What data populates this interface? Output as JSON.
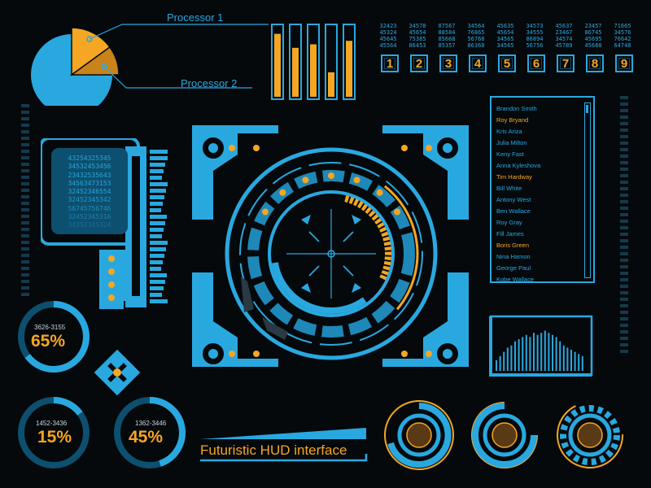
{
  "labels": {
    "processor_1": "Processor 1",
    "processor_2": "Processor 2",
    "hud_title": "Futuristic HUD interface"
  },
  "number_grid": {
    "columns": [
      [
        "32423",
        "45324",
        "45645",
        "45564"
      ],
      [
        "34578",
        "45654",
        "75385",
        "86453"
      ],
      [
        "87567",
        "88584",
        "85668",
        "85357"
      ],
      [
        "34564",
        "76865",
        "56768",
        "86368"
      ],
      [
        "45635",
        "45654",
        "34565",
        "34565"
      ],
      [
        "34573",
        "34555",
        "86894",
        "56756"
      ],
      [
        "45637",
        "23467",
        "34574",
        "45789"
      ],
      [
        "23457",
        "86745",
        "45695",
        "45688"
      ],
      [
        "71665",
        "34576",
        "76642",
        "64748"
      ]
    ],
    "boxes": [
      "1",
      "2",
      "3",
      "4",
      "5",
      "6",
      "7",
      "8",
      "9"
    ]
  },
  "codes": [
    "43254325345",
    "34532453456",
    "23432535643",
    "34563473153",
    "32452346554",
    "32452345342",
    "56745756746",
    "32452345316",
    "34352345324"
  ],
  "names": [
    {
      "name": "Brandon Smith",
      "highlight": false
    },
    {
      "name": "Roy Bryand",
      "highlight": true
    },
    {
      "name": "Kris Ariza",
      "highlight": false
    },
    {
      "name": "Julia Milton",
      "highlight": false
    },
    {
      "name": "Keny Fast",
      "highlight": false
    },
    {
      "name": "Anna Kyleshova",
      "highlight": false
    },
    {
      "name": "Tim Hardway",
      "highlight": true
    },
    {
      "name": "Bill White",
      "highlight": false
    },
    {
      "name": "Antony West",
      "highlight": false
    },
    {
      "name": "Ben Wallace",
      "highlight": false
    },
    {
      "name": "Roy Gray",
      "highlight": false
    },
    {
      "name": "Fill James",
      "highlight": false
    },
    {
      "name": "Boris Green",
      "highlight": true
    },
    {
      "name": "Nina Hamon",
      "highlight": false
    },
    {
      "name": "George Paul",
      "highlight": false
    },
    {
      "name": "Kobe Wallace",
      "highlight": false
    }
  ],
  "gauges": [
    {
      "range": "3626-3155",
      "percent": "65%",
      "value": 65
    },
    {
      "range": "1452-3436",
      "percent": "15%",
      "value": 15
    },
    {
      "range": "1362-3446",
      "percent": "45%",
      "value": 45
    }
  ],
  "bars": [
    0.9,
    0.7,
    0.75,
    0.35,
    0.8
  ],
  "pie_segments": [
    0.15,
    0.1
  ],
  "spectrum": [
    0.25,
    0.35,
    0.45,
    0.55,
    0.6,
    0.7,
    0.75,
    0.8,
    0.85,
    0.8,
    0.9,
    0.85,
    0.9,
    0.95,
    0.9,
    0.85,
    0.8,
    0.7,
    0.6,
    0.55,
    0.5,
    0.45,
    0.4,
    0.35
  ],
  "colors": {
    "blue": "#29a8e0",
    "orange": "#f5a623",
    "dark_blue": "#0d4f6e",
    "bg": "#05090c",
    "brown": "#5a3a14"
  }
}
